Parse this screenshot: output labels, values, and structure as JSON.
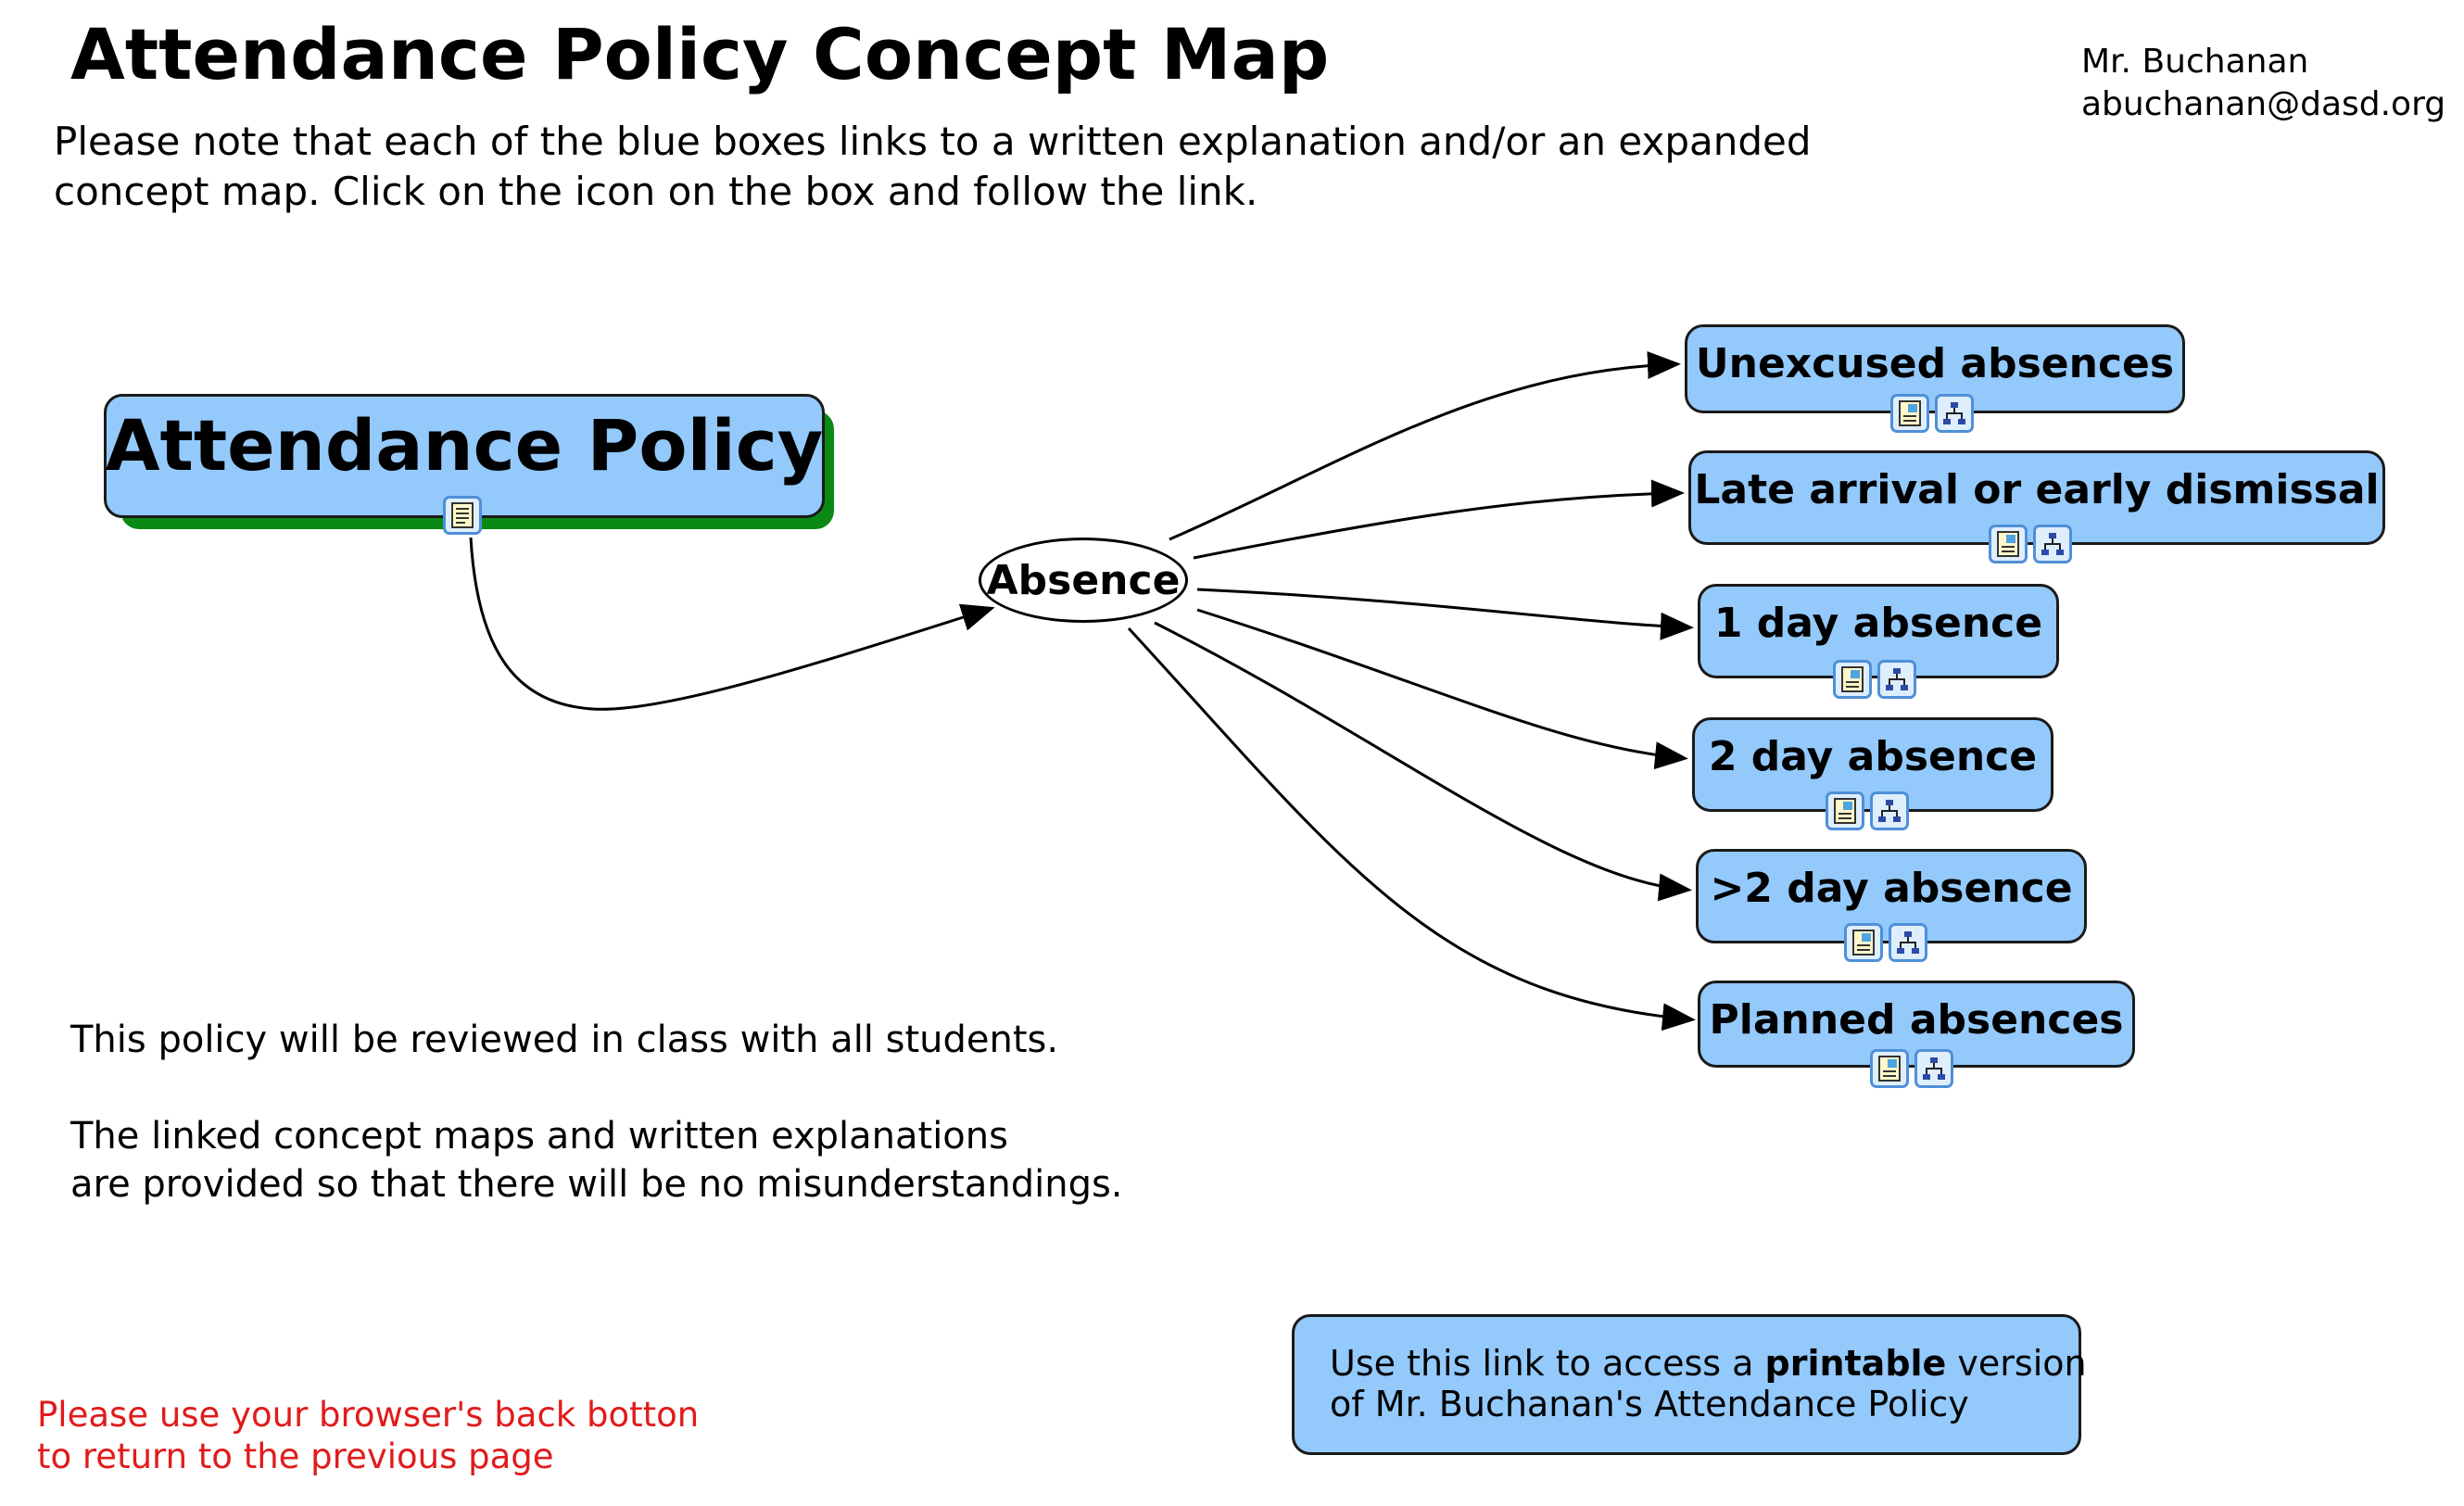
{
  "header": {
    "title": "Attendance Policy Concept Map",
    "author_name": "Mr. Buchanan",
    "author_email": "abuchanan@dasd.org"
  },
  "intro": {
    "line1": "Please note that each of the blue boxes links to a written explanation and/or an expanded",
    "line2": "concept map. Click on the icon on the box and follow the link."
  },
  "concept_map": {
    "root": "Attendance Policy",
    "hub": "Absence",
    "children": [
      "Unexcused absences",
      "Late arrival or early dismissal",
      "1 day absence",
      "2 day absence",
      ">2 day absence",
      "Planned absences"
    ],
    "colors": {
      "node_fill": "#94c9fb",
      "root_shadow": "#0a8a14",
      "icon_border": "#4f8fd8"
    },
    "icons": [
      "document-link-icon",
      "concept-map-link-icon"
    ]
  },
  "notes": {
    "review_line": "This policy will be reviewed in class with all students.",
    "purpose_line1": "The linked concept maps and written explanations",
    "purpose_line2": "are provided so that there will be no misunderstandings."
  },
  "printable": {
    "pre": "Use this link to access a ",
    "bold": "printable",
    "post": " version",
    "line2": "of Mr. Buchanan's Attendance Policy"
  },
  "back_note": {
    "line1": "Please use your browser's back botton",
    "line2": "to return to the previous page",
    "color": "#e11b1b"
  }
}
